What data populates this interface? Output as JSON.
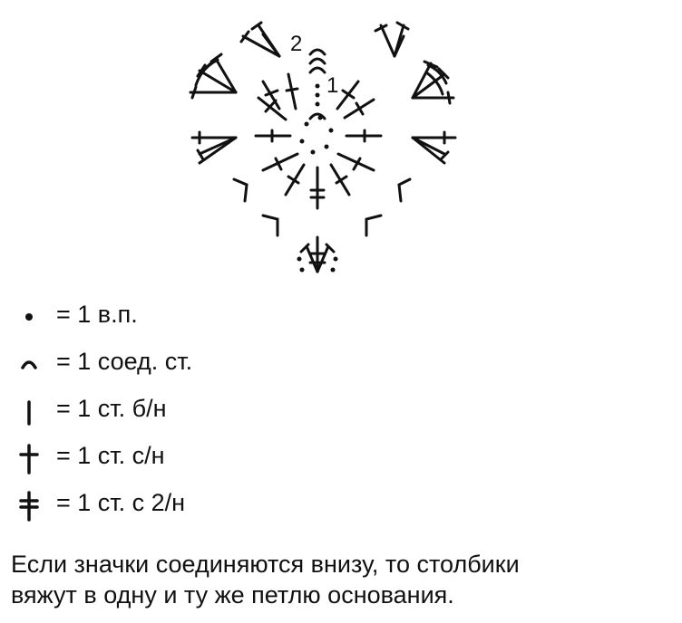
{
  "diagram": {
    "round_labels": [
      "2",
      "1"
    ]
  },
  "legend": [
    {
      "icon": "chain-dot-icon",
      "text": "= 1 в.п."
    },
    {
      "icon": "slip-stitch-icon",
      "text": "= 1 соед. ст."
    },
    {
      "icon": "single-crochet-icon",
      "text": "= 1 ст. б/н"
    },
    {
      "icon": "double-crochet-icon",
      "text": "= 1 ст. с/н"
    },
    {
      "icon": "treble-crochet-icon",
      "text": "= 1 ст. с 2/н"
    }
  ],
  "note": {
    "line1": "Если значки соединяются внизу, то столбики",
    "line2": "вяжут в одну и ту же петлю основания."
  }
}
